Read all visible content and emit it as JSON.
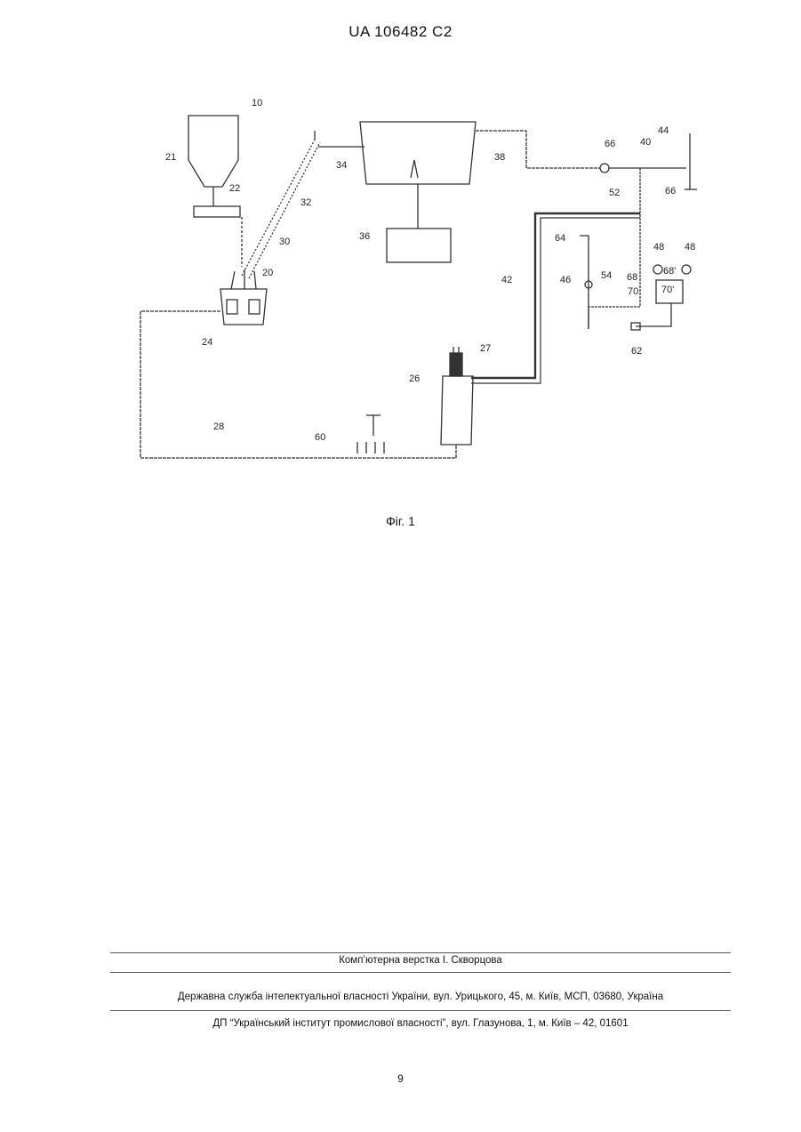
{
  "header": {
    "doc_id": "UA   106482   C2"
  },
  "figure": {
    "caption": "Фіг. 1",
    "labels": {
      "l10": "10",
      "l21": "21",
      "l22": "22",
      "l24": "24",
      "l20": "20",
      "l30": "30",
      "l32": "32",
      "l34": "34",
      "l36": "36",
      "l38": "38",
      "l66a": "66",
      "l40": "40",
      "l44": "44",
      "l52": "52",
      "l66b": "66",
      "l64": "64",
      "l48a": "48",
      "l48b": "48",
      "l68": "68",
      "l68p": "68'",
      "l70": "70",
      "l70p": "70'",
      "l42": "42",
      "l46": "46",
      "l54": "54",
      "l62": "62",
      "l27": "27",
      "l26": "26",
      "l28": "28",
      "l60": "60"
    }
  },
  "footer": {
    "composer": "Комп’ютерна верстка І. Скворцова",
    "office": "Державна служба інтелектуальної власності України, вул. Урицького, 45, м. Київ, МСП, 03680, Україна",
    "institute": "ДП “Український інститут промислової власності”, вул. Глазунова, 1, м. Київ – 42, 01601"
  },
  "page_number": "9"
}
